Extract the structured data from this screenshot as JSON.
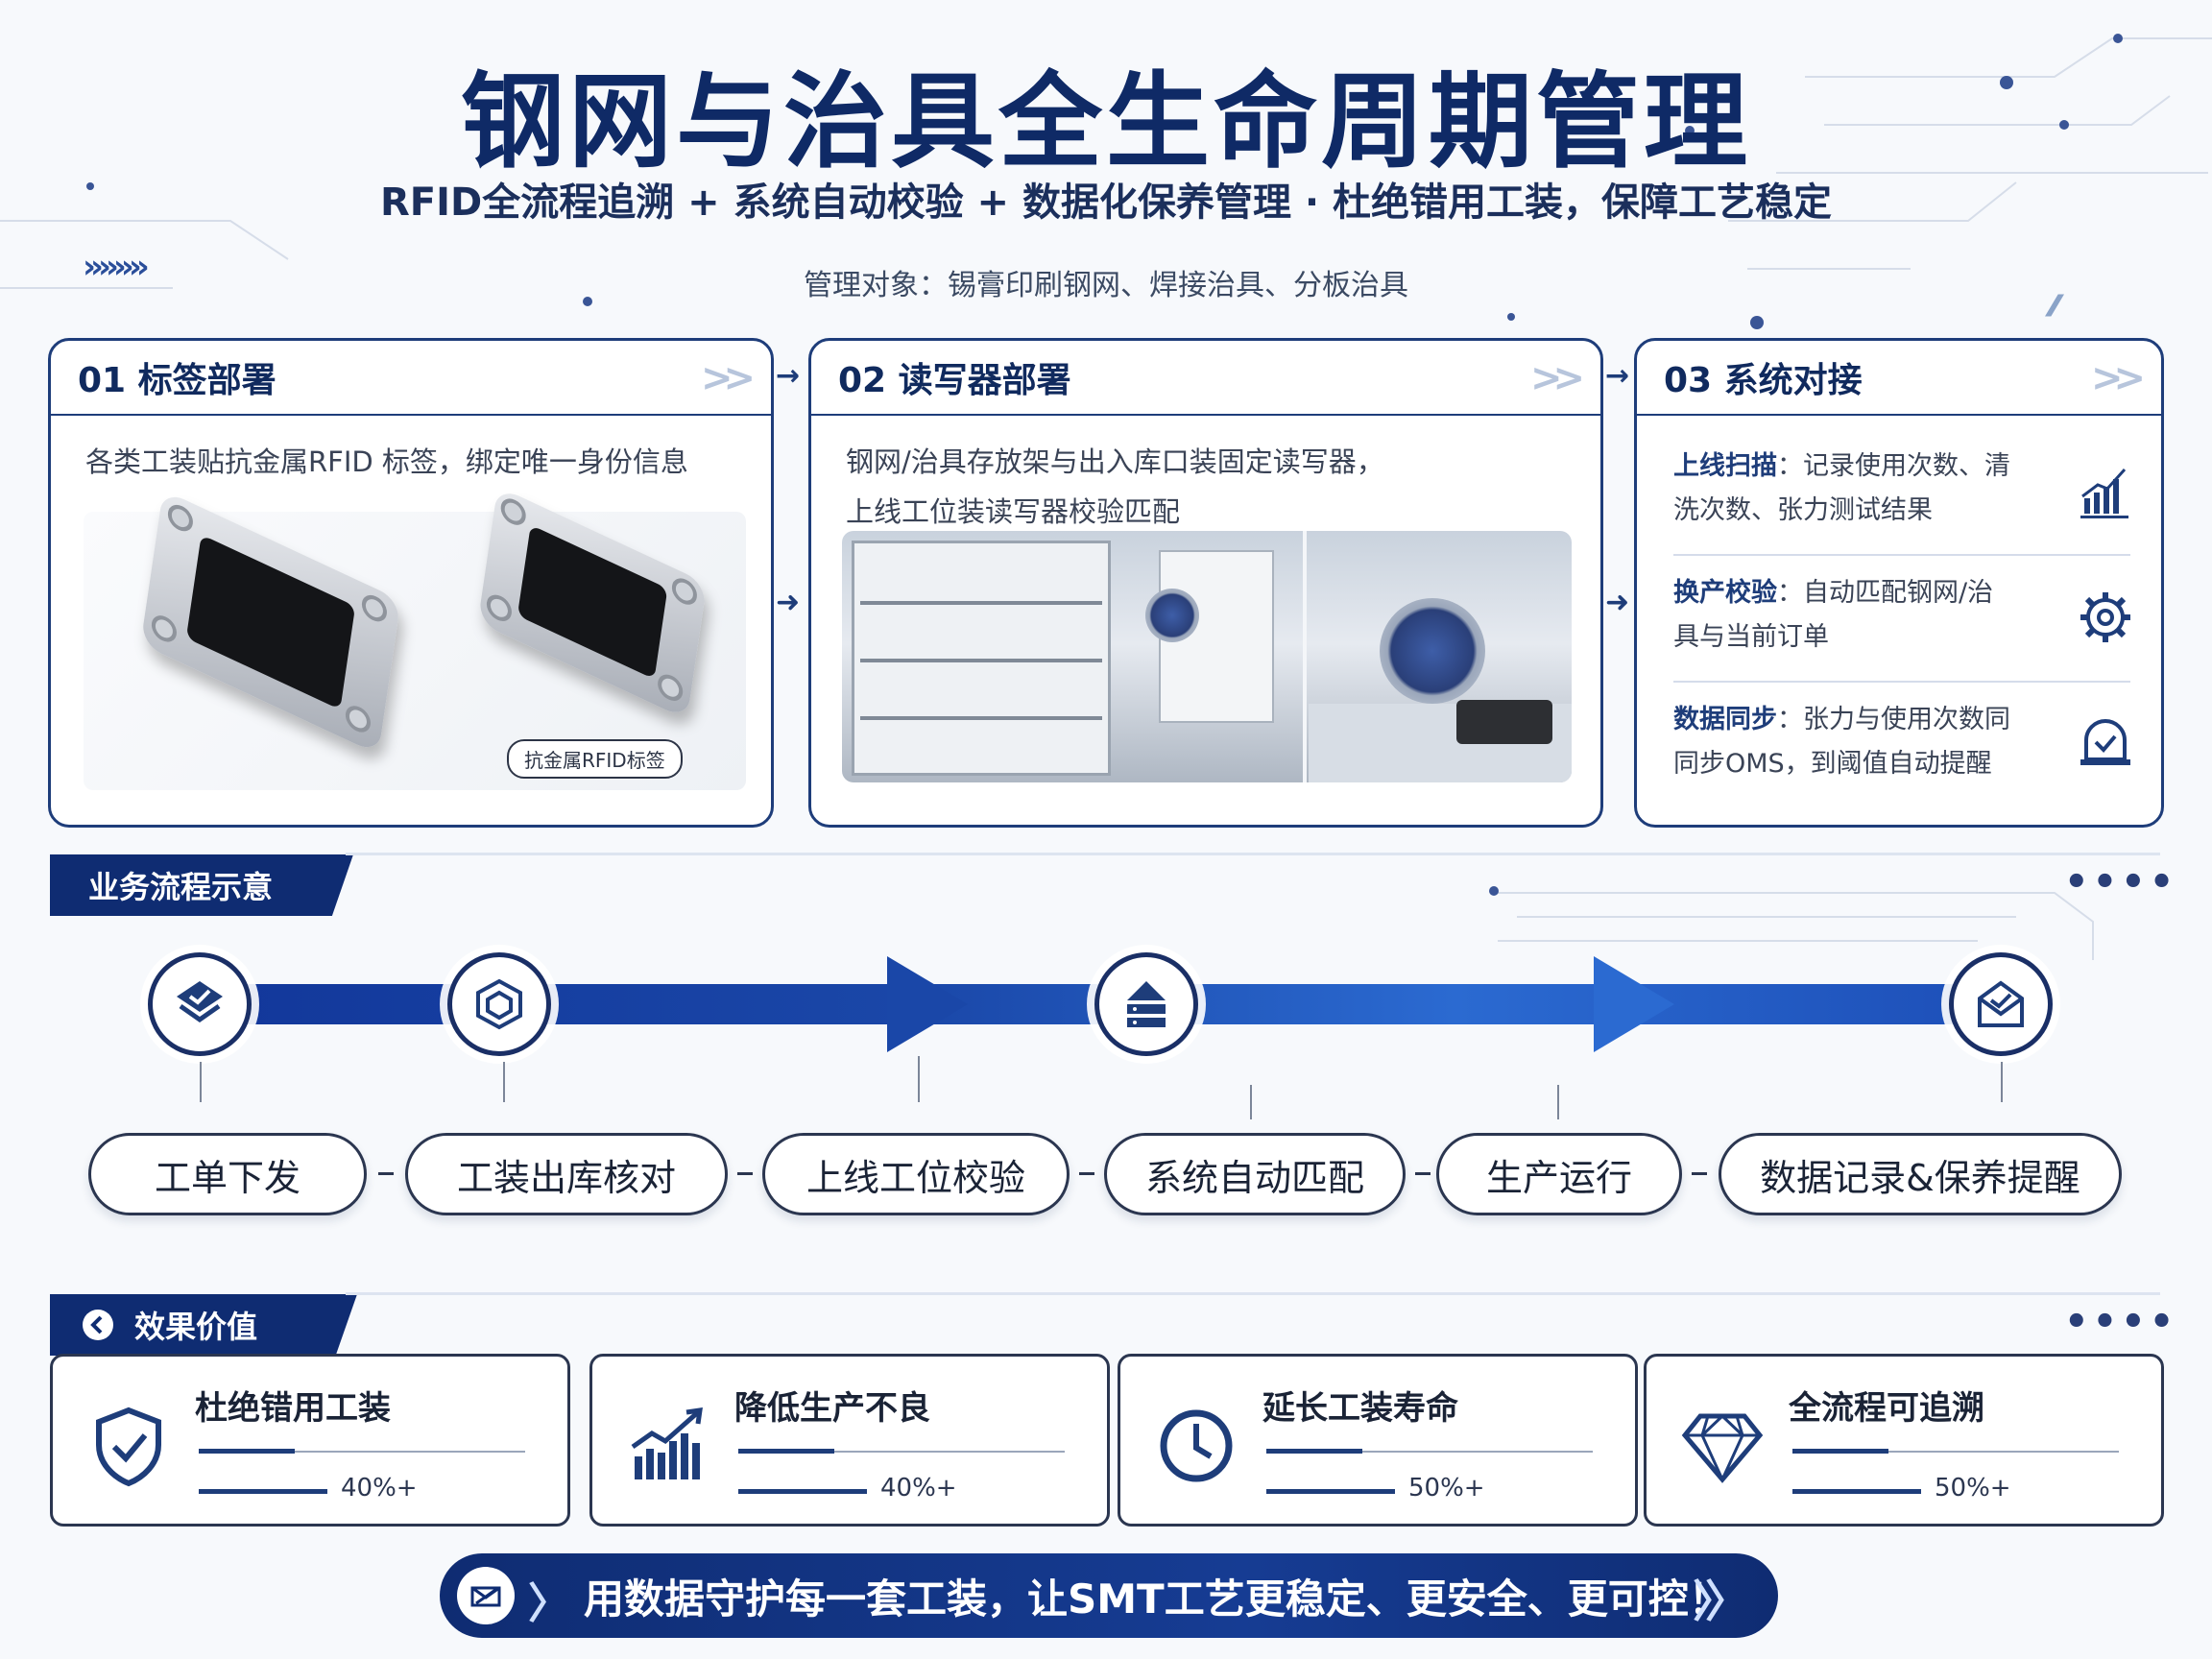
{
  "header": {
    "title": "钢网与治具全生命周期管理",
    "subtitle": "RFID全流程追溯 + 系统自动校验 + 数据化保养管理 · 杜绝错用工装，保障工艺稳定",
    "targets": "管理对象：锡膏印刷钢网、焊接治具、分板治具"
  },
  "steps": [
    {
      "title": "01 标签部署",
      "desc": "各类工装贴抗金属RFID 标签，绑定唯一身份信息",
      "image_label": "抗金属RFID标签"
    },
    {
      "title": "02 读写器部署",
      "desc_line1": "钢网/治具存放架与出入库口装固定读写器，",
      "desc_line2": "上线工位装读写器校验匹配"
    },
    {
      "title": "03 系统对接",
      "items": [
        {
          "label": "上线扫描",
          "text_line1": "：记录使用次数、清",
          "text_line2": "洗次数、张力测试结果",
          "icon": "bar-chart-icon"
        },
        {
          "label": "换产校验",
          "text_line1": "：自动匹配钢网/治",
          "text_line2": "具与当前订单",
          "icon": "gear-icon"
        },
        {
          "label": "数据同步",
          "text_line1": "：张力与使用次数同",
          "text_line2": "同步OMS，到阈值自动提醒",
          "icon": "alarm-icon"
        }
      ]
    }
  ],
  "flow": {
    "banner": "业务流程示意",
    "steps": [
      "工单下发",
      "工装出库核对",
      "上线工位校验",
      "系统自动匹配",
      "生产运行",
      "数据记录&保养提醒"
    ],
    "node_icons": [
      "check-layers-icon",
      "cube-icon",
      "server-icon",
      "mail-check-icon"
    ]
  },
  "effects": {
    "banner": "效果价值",
    "cards": [
      {
        "title": "杜绝错用工装",
        "value": "40%+",
        "icon": "shield-check-icon"
      },
      {
        "title": "降低生产不良",
        "value": "40%+",
        "icon": "trend-up-icon"
      },
      {
        "title": "延长工装寿命",
        "value": "50%+",
        "icon": "clock-icon"
      },
      {
        "title": "全流程可追溯",
        "value": "50%+",
        "icon": "diamond-icon"
      }
    ]
  },
  "slogan": "用数据守护每一套工装，让SMT工艺更稳定、更安全、更可控！",
  "decor": {
    "dots": "••••",
    "chevrons": "»»»»"
  },
  "colors": {
    "primary": "#0f2c72",
    "accent": "#2b6ad1",
    "text": "#1a2336"
  }
}
